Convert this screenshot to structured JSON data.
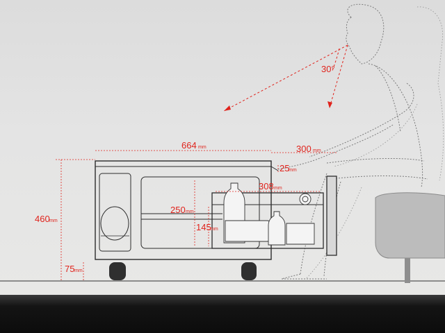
{
  "dimensions": {
    "depth": "664",
    "reach": "300",
    "height": "460",
    "inner_height": "250",
    "drawer_height": "145",
    "drawer_depth": "308",
    "gap": "25",
    "leg_height": "75",
    "view_angle": "30°"
  },
  "units": {
    "mm": "mm"
  },
  "colors": {
    "dimension": "#e0231c",
    "outline": "#2b2b2b",
    "figure": "#6f6f6f"
  }
}
